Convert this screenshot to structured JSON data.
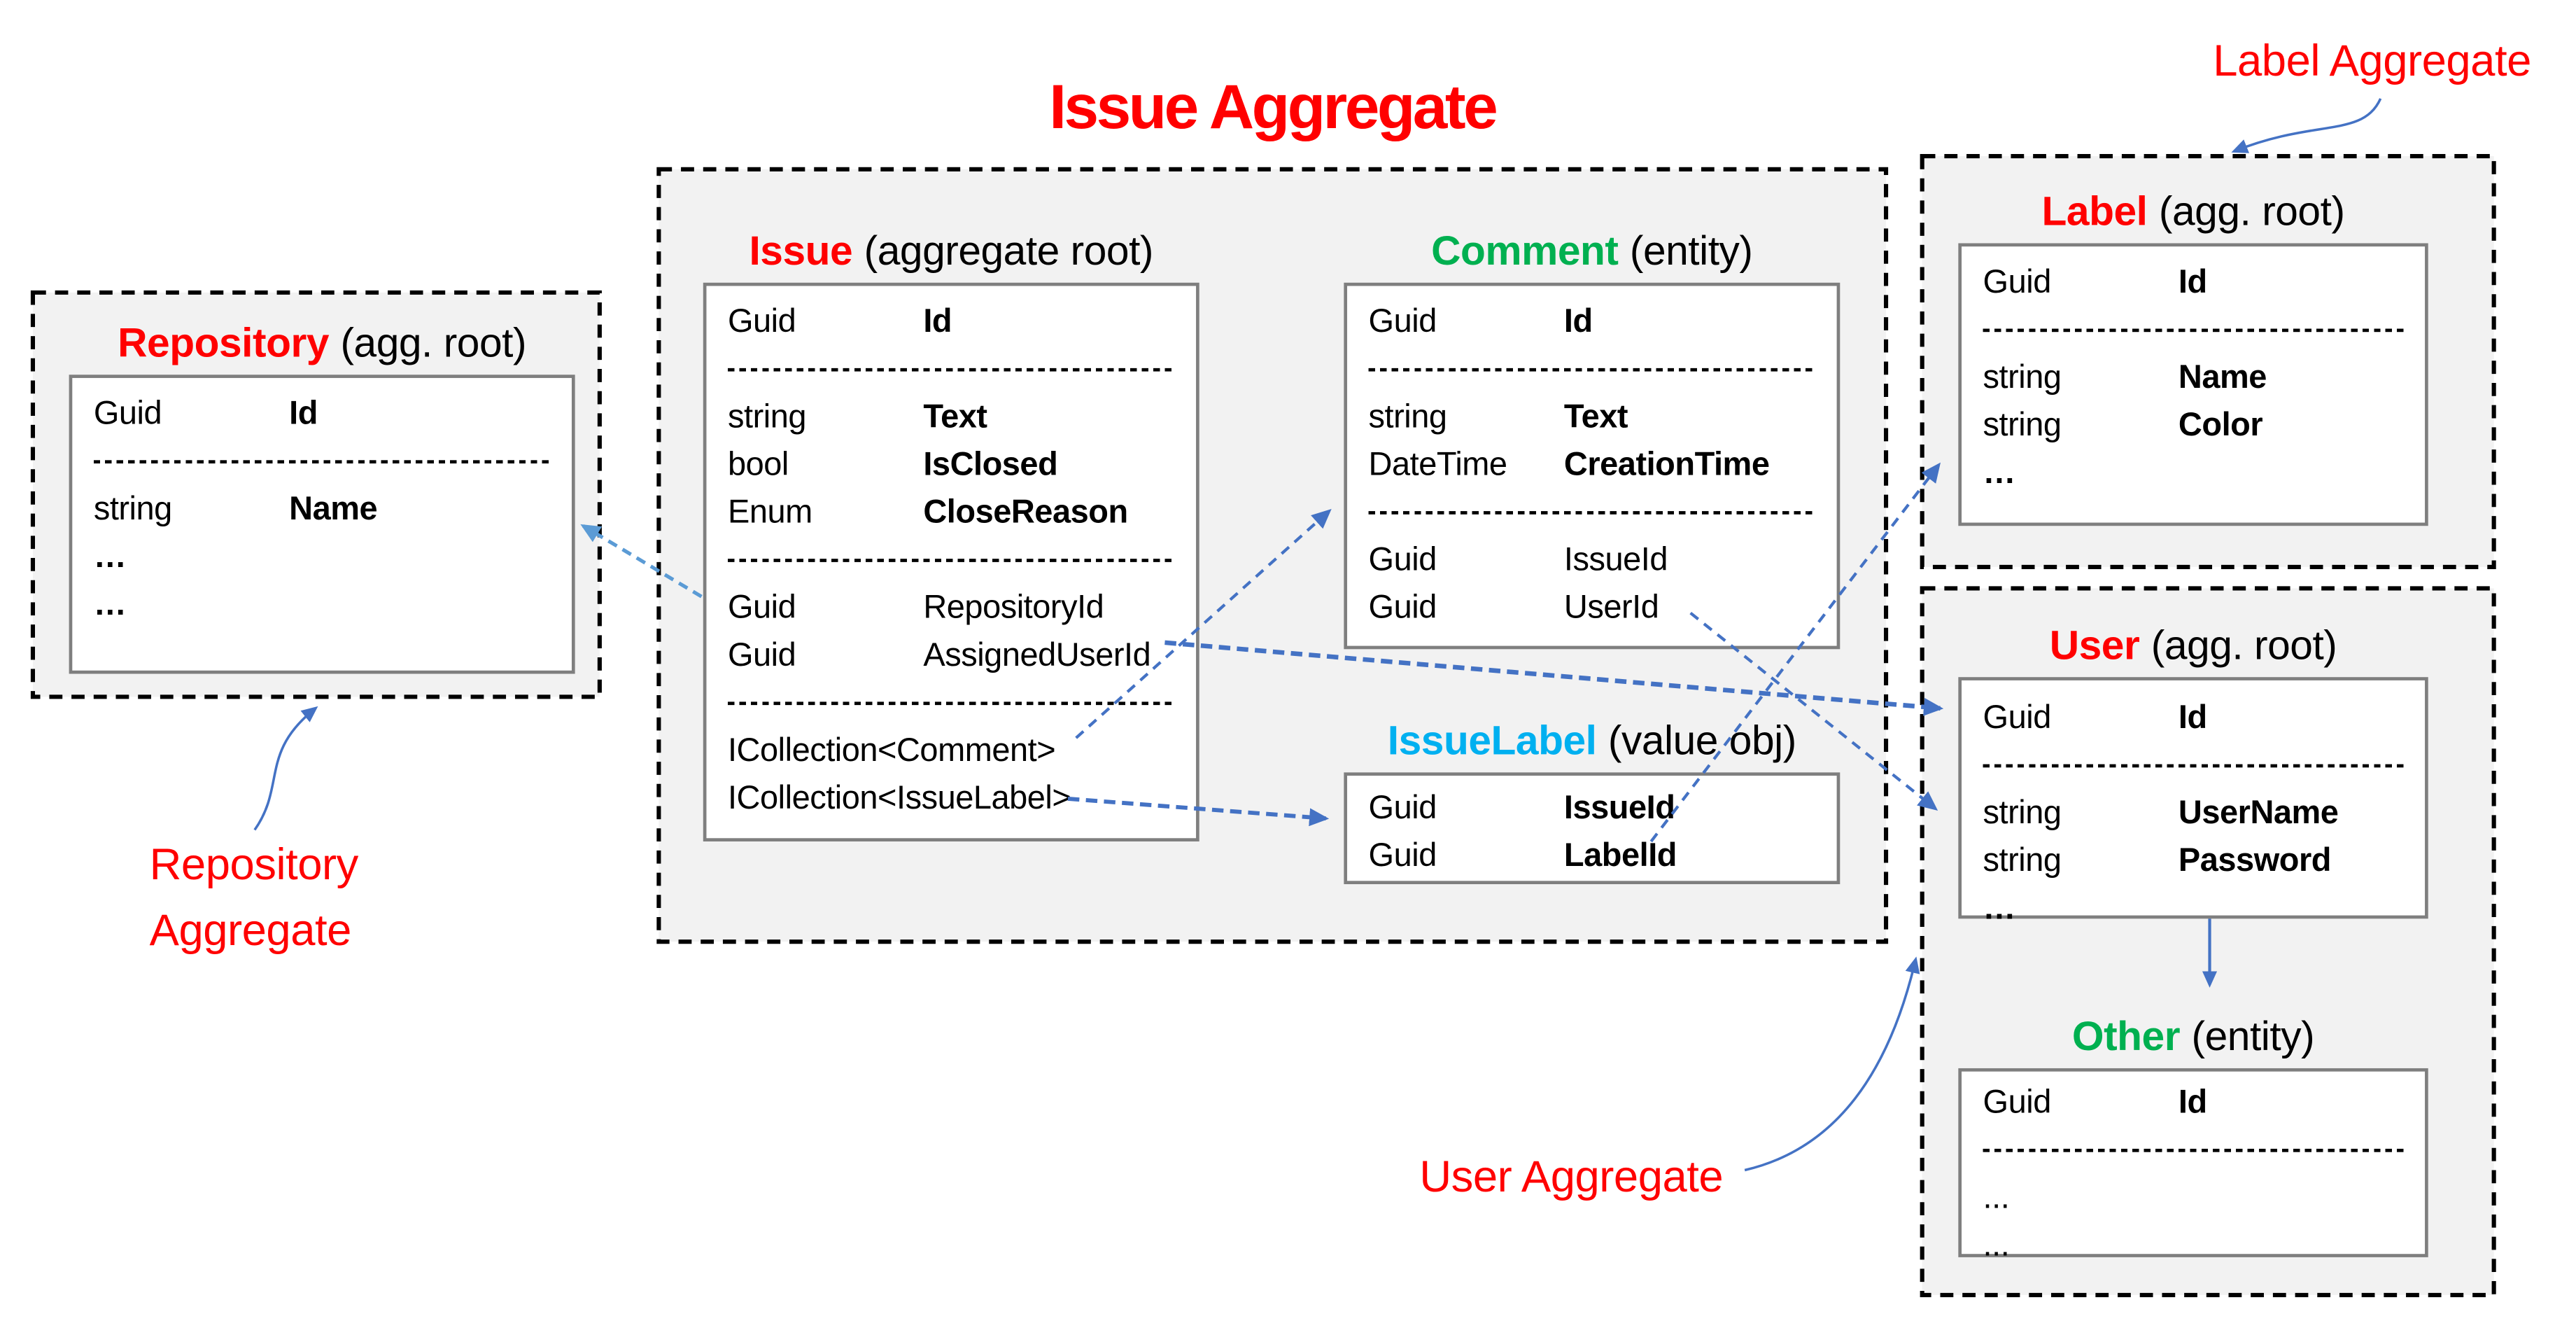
{
  "title": "Issue Aggregate",
  "annotations": {
    "label_aggregate": "Label Aggregate",
    "repository_aggregate": "Repository Aggregate",
    "user_aggregate": "User Aggregate"
  },
  "colors": {
    "red": "#FF0000",
    "green": "#00B050",
    "cyan": "#00B0F0",
    "connector": "#4472C4",
    "connector-light": "#5B9BD5",
    "agg-fill": "#F2F2F2",
    "agg-border": "#000000",
    "entity-border": "#7F7F7F",
    "text": "#000000"
  },
  "entities": {
    "repository": {
      "name": "Repository",
      "kind": "(agg. root)",
      "rows": [
        {
          "type": "Guid",
          "name": "Id"
        },
        {
          "type": "string",
          "name": "Name"
        },
        {
          "type": "…",
          "name": ""
        },
        {
          "type": "…",
          "name": ""
        }
      ]
    },
    "issue": {
      "name": "Issue",
      "kind": "(aggregate root)",
      "rows": [
        {
          "type": "Guid",
          "name": "Id"
        },
        {
          "type": "string",
          "name": "Text"
        },
        {
          "type": "bool",
          "name": "IsClosed"
        },
        {
          "type": "Enum",
          "name": "CloseReason"
        },
        {
          "type": "Guid",
          "name": "RepositoryId"
        },
        {
          "type": "Guid",
          "name": "AssignedUserId"
        },
        {
          "type": "ICollection<Comment>",
          "name": ""
        },
        {
          "type": "ICollection<IssueLabel>",
          "name": ""
        }
      ]
    },
    "comment": {
      "name": "Comment",
      "kind": "(entity)",
      "rows": [
        {
          "type": "Guid",
          "name": "Id"
        },
        {
          "type": "string",
          "name": "Text"
        },
        {
          "type": "DateTime",
          "name": "CreationTime"
        },
        {
          "type": "Guid",
          "name": "IssueId"
        },
        {
          "type": "Guid",
          "name": "UserId"
        }
      ]
    },
    "issuelabel": {
      "name": "IssueLabel",
      "kind": "(value obj)",
      "rows": [
        {
          "type": "Guid",
          "name": "IssueId"
        },
        {
          "type": "Guid",
          "name": "LabelId"
        }
      ]
    },
    "label": {
      "name": "Label",
      "kind": "(agg. root)",
      "rows": [
        {
          "type": "Guid",
          "name": "Id"
        },
        {
          "type": "string",
          "name": "Name"
        },
        {
          "type": "string",
          "name": "Color"
        },
        {
          "type": "…",
          "name": ""
        }
      ]
    },
    "user": {
      "name": "User",
      "kind": "(agg. root)",
      "rows": [
        {
          "type": "Guid",
          "name": "Id"
        },
        {
          "type": "string",
          "name": "UserName"
        },
        {
          "type": "string",
          "name": "Password"
        },
        {
          "type": "…",
          "name": ""
        }
      ]
    },
    "other": {
      "name": "Other",
      "kind": "(entity)",
      "rows": [
        {
          "type": "Guid",
          "name": "Id"
        },
        {
          "type": "...",
          "name": ""
        },
        {
          "type": "...",
          "name": ""
        }
      ]
    }
  }
}
